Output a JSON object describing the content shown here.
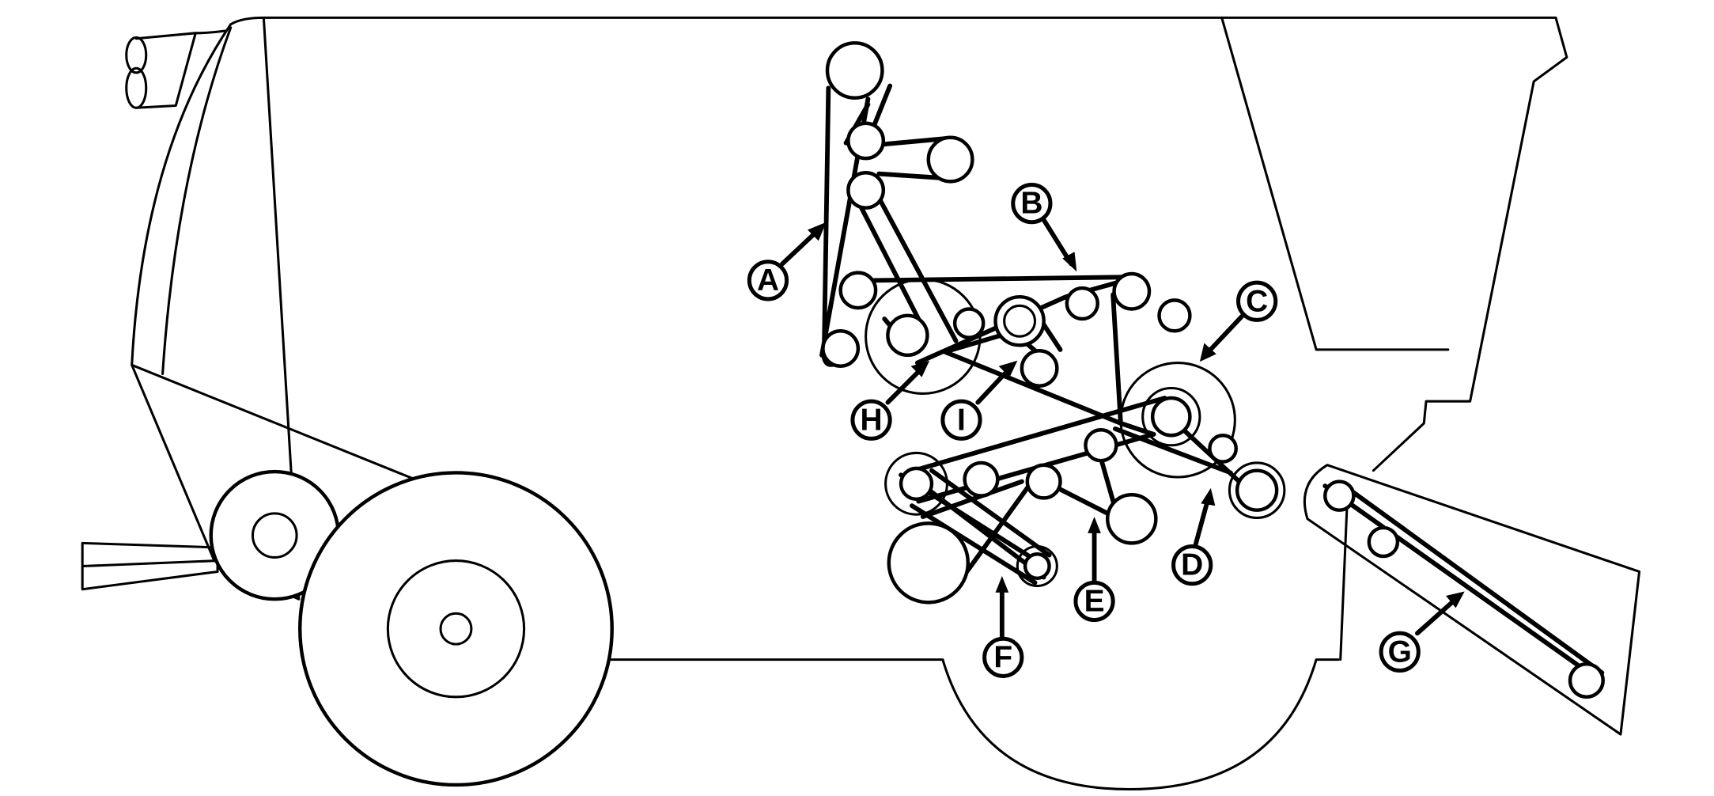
{
  "callouts": [
    {
      "id": "A",
      "label": "A"
    },
    {
      "id": "B",
      "label": "B"
    },
    {
      "id": "C",
      "label": "C"
    },
    {
      "id": "D",
      "label": "D"
    },
    {
      "id": "E",
      "label": "E"
    },
    {
      "id": "F",
      "label": "F"
    },
    {
      "id": "G",
      "label": "G"
    },
    {
      "id": "H",
      "label": "H"
    },
    {
      "id": "I",
      "label": "I"
    }
  ],
  "colors": {
    "line": "#000000",
    "background": "#ffffff"
  }
}
